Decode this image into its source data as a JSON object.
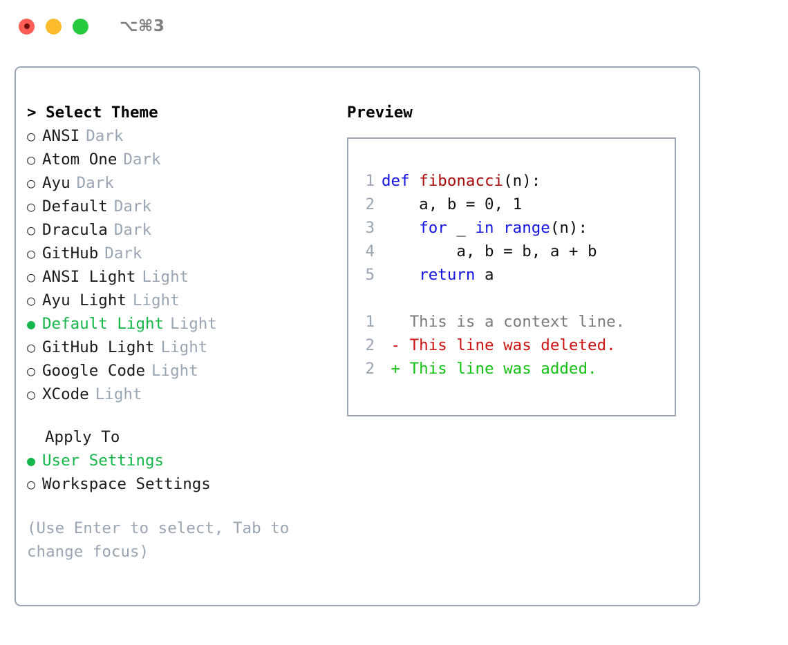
{
  "window": {
    "title": "⌥⌘3",
    "traffic_lights": [
      {
        "name": "close",
        "color": "#fc5d55"
      },
      {
        "name": "minimize",
        "color": "#fdbc2d"
      },
      {
        "name": "maximize",
        "color": "#27c93f"
      }
    ]
  },
  "theme_picker": {
    "heading": "> Select Theme",
    "selected_index": 8,
    "items": [
      {
        "bullet": "○",
        "label": "ANSI",
        "variant": "Dark",
        "selected": false
      },
      {
        "bullet": "○",
        "label": "Atom One",
        "variant": "Dark",
        "selected": false
      },
      {
        "bullet": "○",
        "label": "Ayu",
        "variant": "Dark",
        "selected": false
      },
      {
        "bullet": "○",
        "label": "Default",
        "variant": "Dark",
        "selected": false
      },
      {
        "bullet": "○",
        "label": "Dracula",
        "variant": "Dark",
        "selected": false
      },
      {
        "bullet": "○",
        "label": "GitHub",
        "variant": "Dark",
        "selected": false
      },
      {
        "bullet": "○",
        "label": "ANSI Light",
        "variant": "Light",
        "selected": false
      },
      {
        "bullet": "○",
        "label": "Ayu Light",
        "variant": "Light",
        "selected": false
      },
      {
        "bullet": "●",
        "label": "Default Light",
        "variant": "Light",
        "selected": true
      },
      {
        "bullet": "○",
        "label": "GitHub Light",
        "variant": "Light",
        "selected": false
      },
      {
        "bullet": "○",
        "label": "Google Code",
        "variant": "Light",
        "selected": false
      },
      {
        "bullet": "○",
        "label": "XCode",
        "variant": "Light",
        "selected": false
      }
    ]
  },
  "apply_to": {
    "heading": "Apply To",
    "items": [
      {
        "bullet": "●",
        "label": "User Settings",
        "selected": true
      },
      {
        "bullet": "○",
        "label": "Workspace Settings",
        "selected": false
      }
    ]
  },
  "hint": "(Use Enter to select, Tab to change focus)",
  "preview": {
    "heading": "Preview",
    "code_lines": [
      {
        "num": "1",
        "tokens": [
          {
            "t": "def ",
            "cls": "kw"
          },
          {
            "t": "fibonacci",
            "cls": "fn"
          },
          {
            "t": "(n):",
            "cls": "pl"
          }
        ]
      },
      {
        "num": "2",
        "tokens": [
          {
            "t": "    a, b = 0, 1",
            "cls": "pl"
          }
        ]
      },
      {
        "num": "3",
        "tokens": [
          {
            "t": "    ",
            "cls": "pl"
          },
          {
            "t": "for",
            "cls": "kw"
          },
          {
            "t": " _ ",
            "cls": "pl"
          },
          {
            "t": "in",
            "cls": "kw"
          },
          {
            "t": " ",
            "cls": "pl"
          },
          {
            "t": "range",
            "cls": "kw"
          },
          {
            "t": "(n):",
            "cls": "pl"
          }
        ]
      },
      {
        "num": "4",
        "tokens": [
          {
            "t": "        a, b = b, a + b",
            "cls": "pl"
          }
        ]
      },
      {
        "num": "5",
        "tokens": [
          {
            "t": "    ",
            "cls": "pl"
          },
          {
            "t": "return",
            "cls": "kw"
          },
          {
            "t": " a",
            "cls": "pl"
          }
        ]
      }
    ],
    "diff_lines": [
      {
        "num": "1",
        "marker": "  ",
        "text": "This is a context line.",
        "cls": "ctx"
      },
      {
        "num": "2",
        "marker": "- ",
        "text": "This line was deleted.",
        "cls": "del"
      },
      {
        "num": "2",
        "marker": "+ ",
        "text": "This line was added.",
        "cls": "add"
      }
    ]
  },
  "colors": {
    "accent_green": "#16b64a",
    "muted": "#9aa5b4",
    "border": "#9aa5b4",
    "keyword": "#1414e0",
    "function": "#aa0b0b",
    "deleted": "#cc1111",
    "added": "#13c113",
    "context": "#7a7a7a"
  }
}
